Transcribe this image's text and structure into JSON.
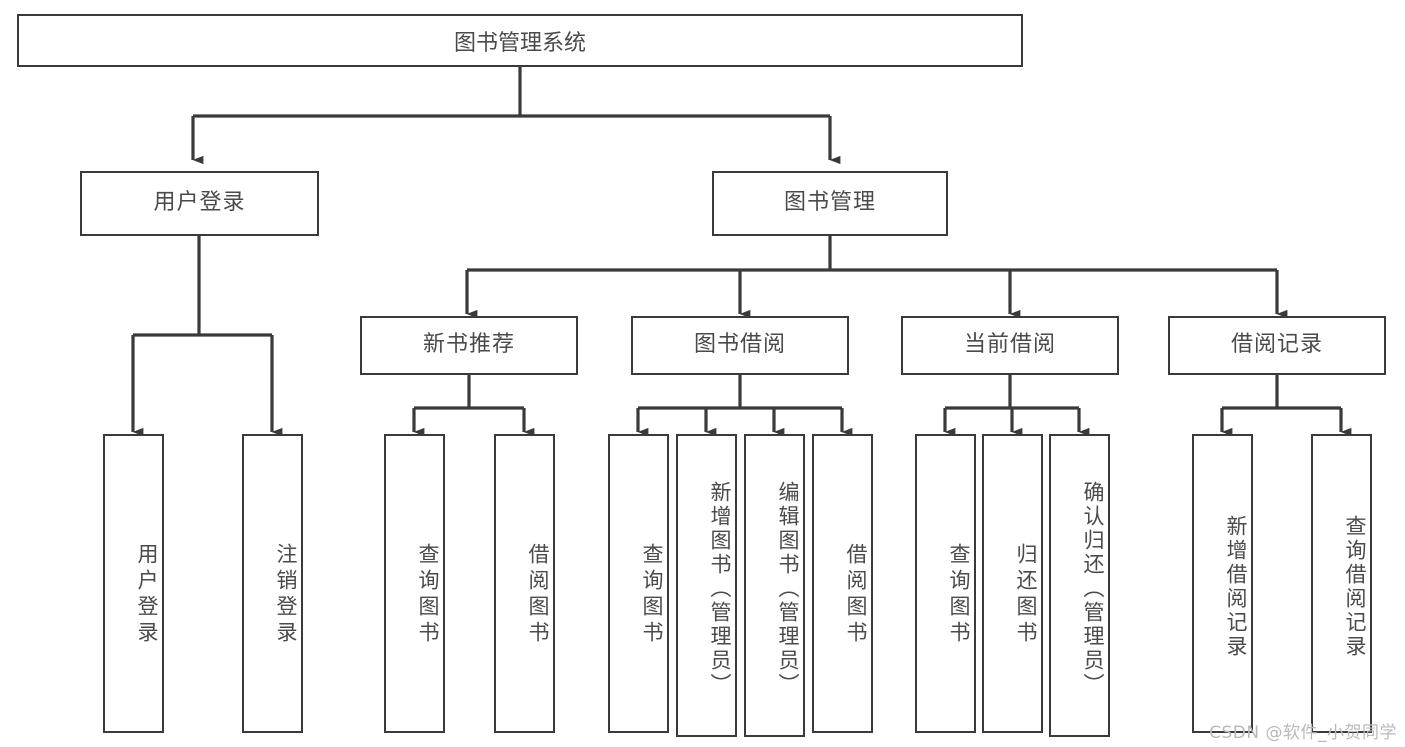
{
  "diagram": {
    "title": "图书管理系统",
    "type": "tree",
    "watermark": "CSDN @软件_小贺同学",
    "colors": {
      "stroke": "#3a3a3a",
      "text": "#4a4a4a",
      "background": "#ffffff",
      "watermark": "#b9b9b9"
    },
    "root": {
      "label": "图书管理系统"
    },
    "level2": [
      {
        "label": "用户登录"
      },
      {
        "label": "图书管理"
      }
    ],
    "level3": [
      {
        "label": "新书推荐"
      },
      {
        "label": "图书借阅"
      },
      {
        "label": "当前借阅"
      },
      {
        "label": "借阅记录"
      }
    ],
    "leaves": {
      "user_login": [
        {
          "label": "用户登录"
        },
        {
          "label": "注销登录"
        }
      ],
      "new_book": [
        {
          "label": "查询图书"
        },
        {
          "label": "借阅图书"
        }
      ],
      "book_borrow": [
        {
          "label": "查询图书"
        },
        {
          "label": "新增图书（管理员）"
        },
        {
          "label": "编辑图书（管理员）"
        },
        {
          "label": "借阅图书"
        }
      ],
      "current_borrow": [
        {
          "label": "查询图书"
        },
        {
          "label": "归还图书"
        },
        {
          "label": "确认归还（管理员）"
        }
      ],
      "borrow_record": [
        {
          "label": "新增借阅记录"
        },
        {
          "label": "查询借阅记录"
        }
      ]
    }
  }
}
